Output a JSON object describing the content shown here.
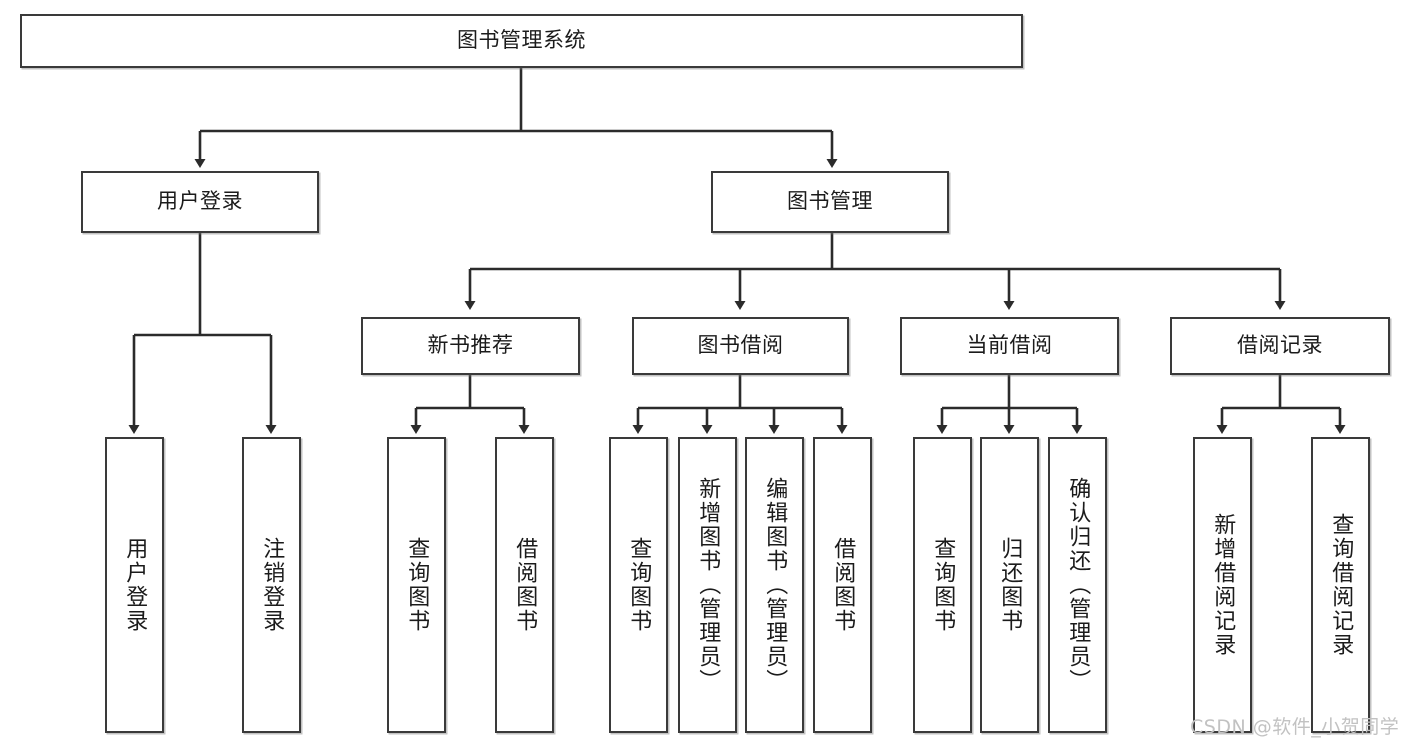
{
  "diagram": {
    "type": "tree-hierarchy",
    "title": "图书管理系统",
    "root": {
      "label": "图书管理系统"
    },
    "level1": [
      {
        "label": "用户登录"
      },
      {
        "label": "图书管理"
      }
    ],
    "level2": [
      {
        "label": "新书推荐"
      },
      {
        "label": "图书借阅"
      },
      {
        "label": "当前借阅"
      },
      {
        "label": "借阅记录"
      }
    ],
    "leaves": {
      "user_login": [
        {
          "label": "用户登录"
        },
        {
          "label": "注销登录"
        }
      ],
      "new_book_recommend": [
        {
          "label": "查询图书"
        },
        {
          "label": "借阅图书"
        }
      ],
      "book_borrow": [
        {
          "label": "查询图书"
        },
        {
          "label": "新增图书（管理员）"
        },
        {
          "label": "编辑图书（管理员）"
        },
        {
          "label": "借阅图书"
        }
      ],
      "current_borrow": [
        {
          "label": "查询图书"
        },
        {
          "label": "归还图书"
        },
        {
          "label": "确认归还（管理员）"
        }
      ],
      "borrow_record": [
        {
          "label": "新增借阅记录"
        },
        {
          "label": "查询借阅记录"
        }
      ]
    }
  },
  "watermark": {
    "text": "CSDN @软件_小贺同学"
  },
  "colors": {
    "box_border": "#3a3a3a",
    "box_fill": "#ffffff",
    "line": "#2b2b2b",
    "text": "#1b1b1b",
    "watermark": "#c2c2c2",
    "background": "#ffffff"
  }
}
